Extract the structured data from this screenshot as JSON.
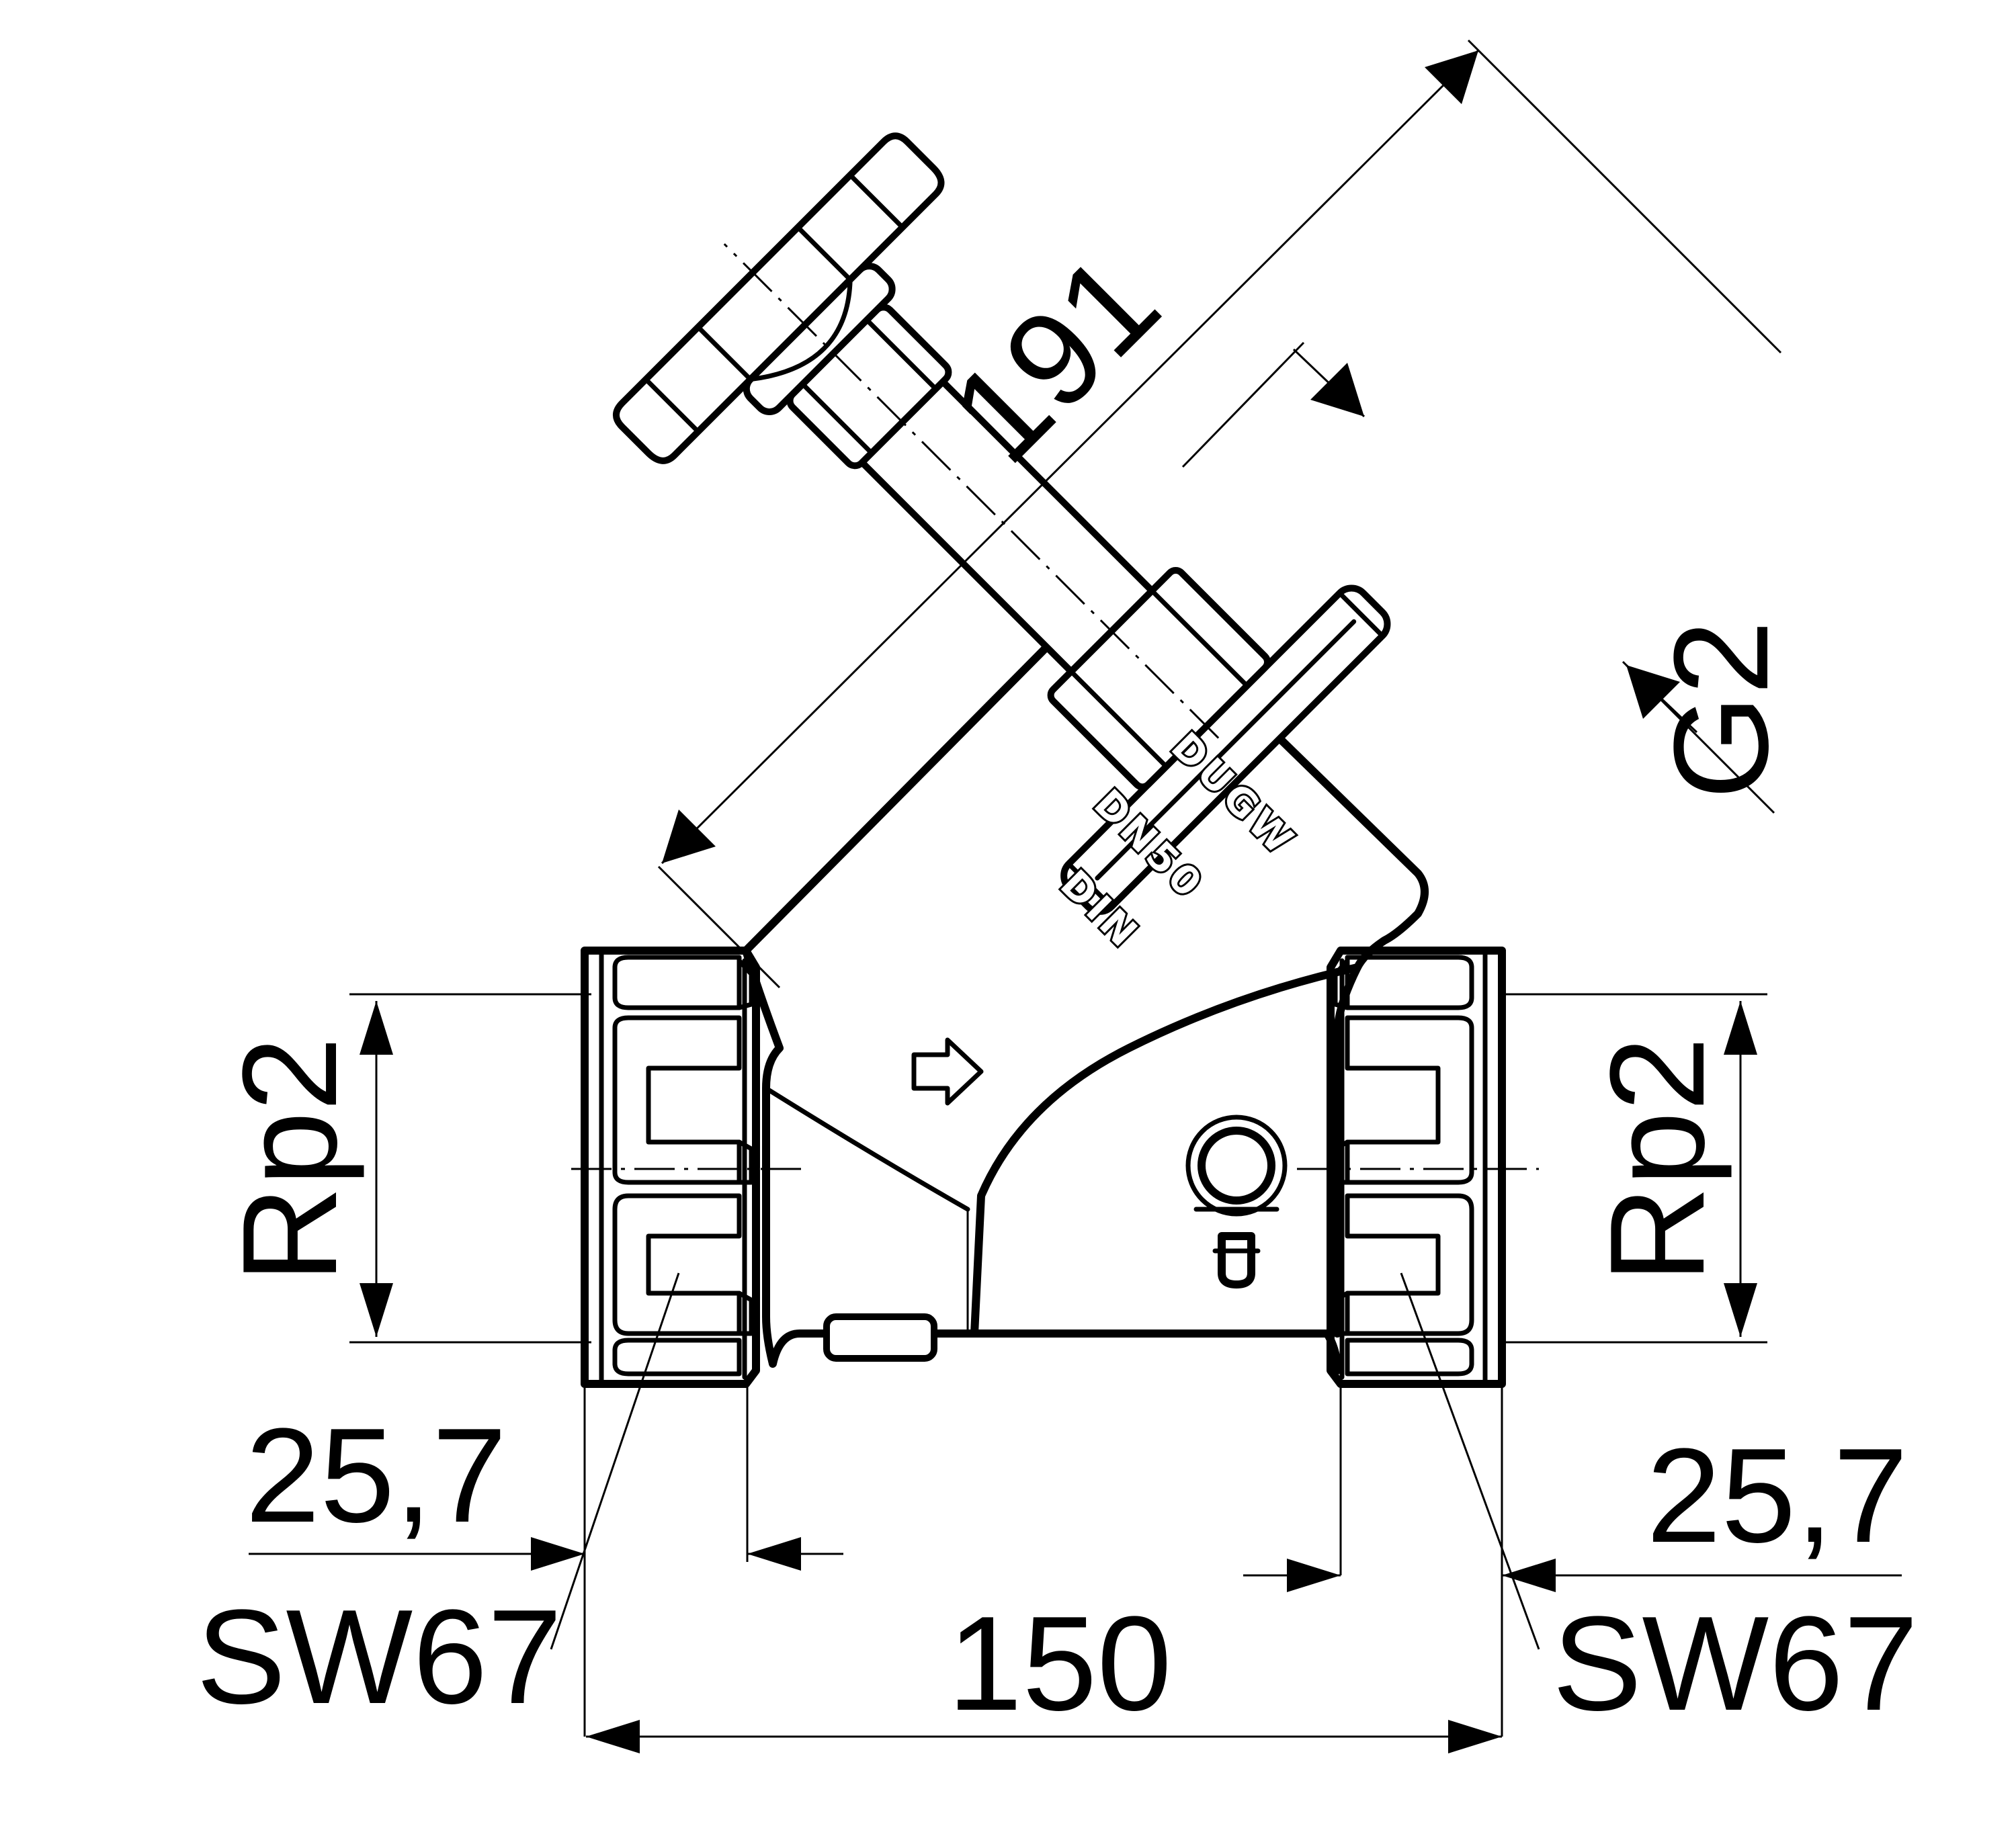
{
  "dimensions": {
    "overall_height": "191",
    "stem_thread": "G2",
    "left_thread": "Rp2",
    "right_thread": "Rp2",
    "left_thread_depth": "25,7",
    "right_thread_depth": "25,7",
    "left_wrench_size": "SW67",
    "right_wrench_size": "SW67",
    "overall_length": "150"
  },
  "markings": {
    "brand": "DUGW",
    "nominal_size": "DN50",
    "standard": "DIN"
  }
}
